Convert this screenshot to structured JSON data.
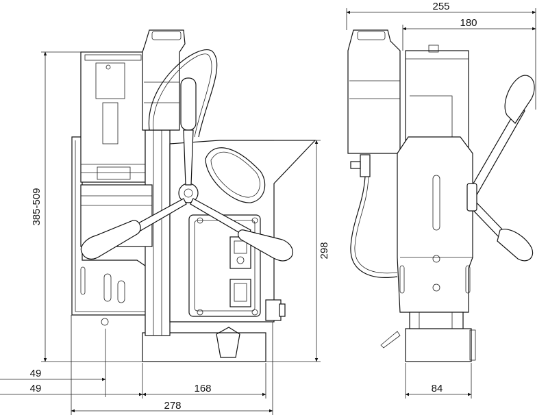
{
  "dimensions": {
    "top_overall": "255",
    "top_inner": "180",
    "height_range": "385-509",
    "base_height": "298",
    "offset_a": "49",
    "offset_b": "49",
    "base_width": "168",
    "total_depth": "278",
    "base_width_side": "84"
  }
}
